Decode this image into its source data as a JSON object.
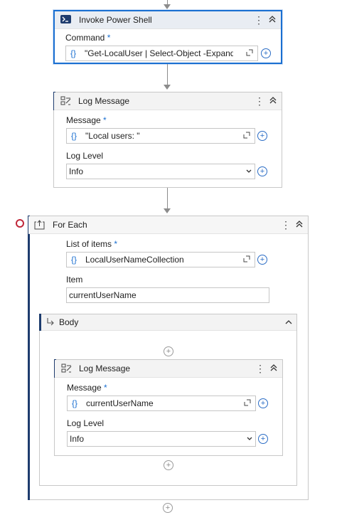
{
  "invoke_powershell": {
    "title": "Invoke Power Shell",
    "command_label": "Command",
    "required_mark": "*",
    "command_value": "\"Get-LocalUser | Select-Object -ExpandProp"
  },
  "log_message_1": {
    "title": "Log Message",
    "message_label": "Message",
    "required_mark": "*",
    "message_value": "\"Local users: \"",
    "level_label": "Log Level",
    "level_value": "Info"
  },
  "for_each": {
    "title": "For Each",
    "items_label": "List of items",
    "required_mark": "*",
    "items_value": "LocalUserNameCollection",
    "item_label": "Item",
    "item_value": "currentUserName",
    "body_label": "Body"
  },
  "log_message_2": {
    "title": "Log Message",
    "message_label": "Message",
    "required_mark": "*",
    "message_value": "currentUserName",
    "level_label": "Log Level",
    "level_value": "Info"
  },
  "icons": {
    "expression": "{}",
    "more": "⋮",
    "collapse": "«",
    "plus": "+"
  },
  "colors": {
    "selection": "#1a6fd1",
    "accent": "#1e3c6e",
    "breakpoint": "#c0283a"
  }
}
